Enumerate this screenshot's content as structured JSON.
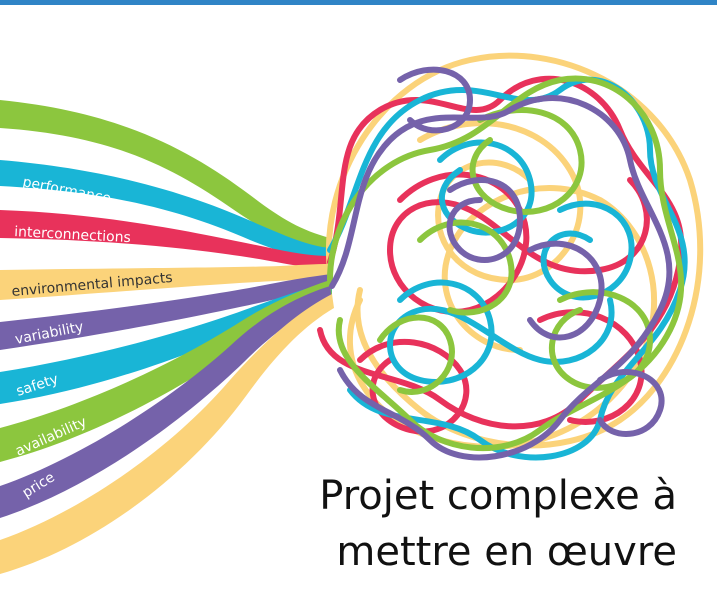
{
  "colors": {
    "top_bar": "#2f84c6",
    "green": "#8cc63e",
    "cyan": "#19b5d6",
    "crimson": "#e8325b",
    "yellow": "#fbd37a",
    "purple": "#7562aa",
    "label_dark": "#333333"
  },
  "ribbons": [
    {
      "label": "performance",
      "color": "cyan"
    },
    {
      "label": "interconnections",
      "color": "crimson"
    },
    {
      "label": "environmental impacts",
      "color": "yellow"
    },
    {
      "label": "variability",
      "color": "purple"
    },
    {
      "label": "safety",
      "color": "cyan"
    },
    {
      "label": "availability",
      "color": "green"
    },
    {
      "label": "price",
      "color": "purple"
    }
  ],
  "caption": {
    "line1": "Projet complexe à",
    "line2": "mettre en œuvre"
  }
}
